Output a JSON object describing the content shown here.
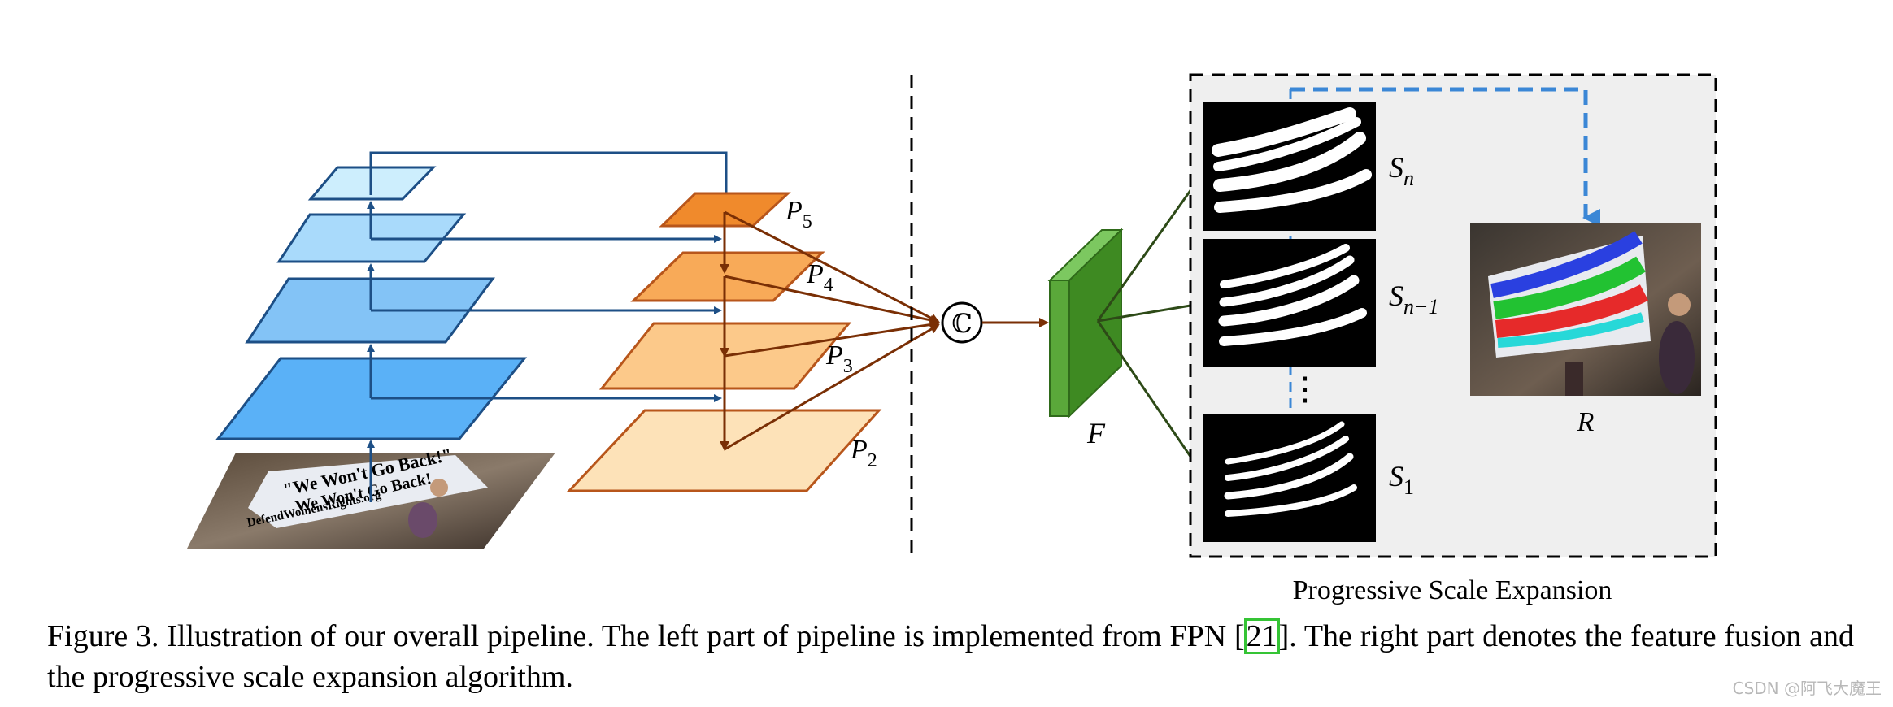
{
  "diagram": {
    "fpn_labels": {
      "p5": {
        "base": "P",
        "sub": "5"
      },
      "p4": {
        "base": "P",
        "sub": "4"
      },
      "p3": {
        "base": "P",
        "sub": "3"
      },
      "p2": {
        "base": "P",
        "sub": "2"
      }
    },
    "concat_symbol": "ℂ",
    "fused_feature_label": "F",
    "segmentation_labels": {
      "sn": {
        "base": "S",
        "sub": "n"
      },
      "sn1": {
        "base": "S",
        "sub": "n−1"
      },
      "s1": {
        "base": "S",
        "sub": "1"
      }
    },
    "vertical_dots": "⋮",
    "result_label": "R",
    "pse_box_title": "Progressive Scale Expansion",
    "photo_banner_text": [
      "\"We Won't Go Back!\"",
      "We Won't Go Back!",
      "DefendWomensRights.org"
    ],
    "colors": {
      "backbone_blue": "#1d4f86",
      "feature_orange_dark": "#f08a2c",
      "feature_orange_light": "#fde2b8",
      "arrow_brown": "#7a2f05",
      "fused_green": "#4c9a2a",
      "arrow_green": "#2d4a17",
      "dashed_blue": "#3b87d6",
      "pse_background": "#efefef"
    }
  },
  "caption": {
    "prefix": "Figure 3. Illustration of our overall pipeline.  The left part of pipeline is implemented from FPN [",
    "ref": "21",
    "suffix": "].  The right part denotes the feature fusion and the progressive scale expansion algorithm."
  },
  "watermark": "CSDN @阿飞大魔王"
}
